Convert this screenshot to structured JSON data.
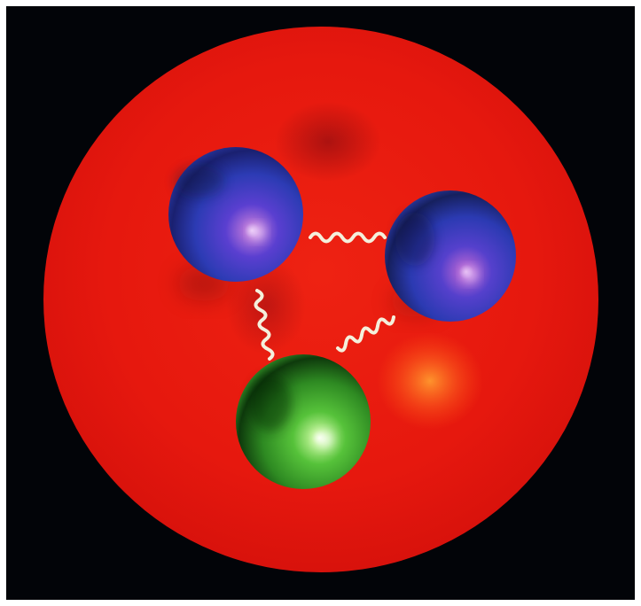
{
  "colors": {
    "border": "#ffffff",
    "background": "#020408",
    "disc": "#e8190f",
    "disc_shadow": "#9a0f10",
    "quark_blue": "#2a3fb0",
    "quark_blue_highlight": "#c9a6e6",
    "quark_green": "#2f8f25",
    "quark_green_highlight": "#e8ffd0",
    "gluon": "#f4f0dc",
    "glow_orange": "#ff8a2a"
  },
  "objects": {
    "disc": "red-circle",
    "quarks": [
      {
        "name": "quark-blue-top-left",
        "color": "blue"
      },
      {
        "name": "quark-blue-right",
        "color": "blue"
      },
      {
        "name": "quark-green-bottom",
        "color": "green"
      }
    ],
    "gluons": [
      {
        "name": "gluon-top",
        "shape": "wavy-line"
      },
      {
        "name": "gluon-left",
        "shape": "wavy-line"
      },
      {
        "name": "gluon-right",
        "shape": "wavy-line"
      }
    ]
  }
}
